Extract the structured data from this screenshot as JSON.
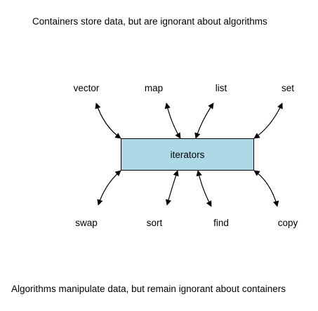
{
  "captions": {
    "top": "Containers store data, but are ignorant about algorithms",
    "bottom": "Algorithms manipulate data, but remain ignorant about containers"
  },
  "center": {
    "label": "iterators",
    "fill": "#add8e6"
  },
  "containers": [
    "vector",
    "map",
    "list",
    "set"
  ],
  "algorithms": [
    "swap",
    "sort",
    "find",
    "copy"
  ],
  "colors": {
    "stroke": "#000000",
    "text": "#000000"
  }
}
